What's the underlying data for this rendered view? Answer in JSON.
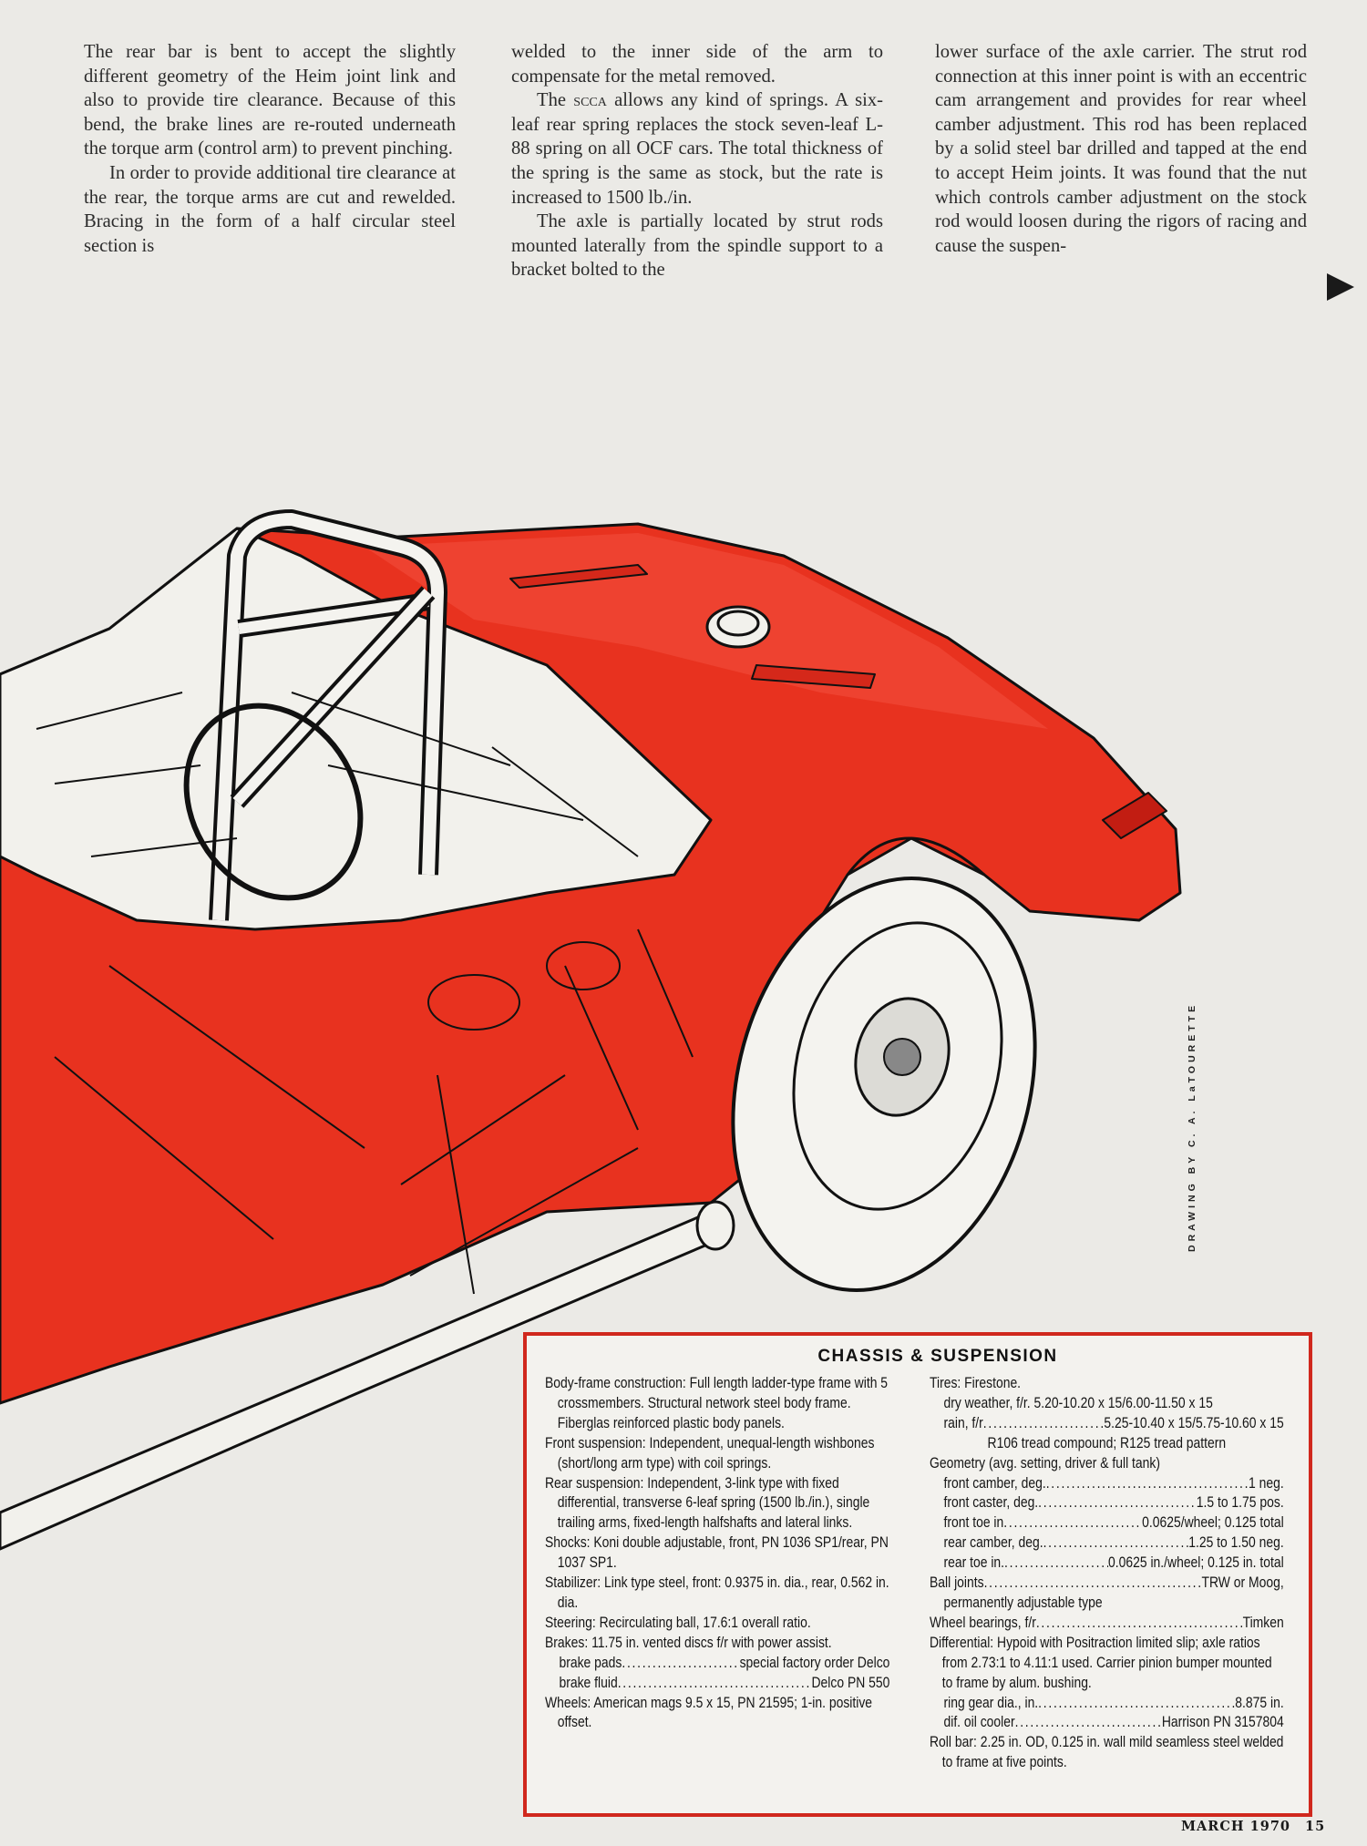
{
  "article": {
    "col1": [
      "The rear bar is bent to accept the slightly different geometry of the Heim joint link and also to provide tire clearance. Because of this bend, the brake lines are re-routed underneath the torque arm (control arm) to prevent pinching.",
      "In order to provide additional tire clearance at the rear, the torque arms are cut and rewelded. Bracing in the form of a half circular steel section is"
    ],
    "col2": [
      "welded to the inner side of the arm to compensate for the metal removed.",
      "allows any kind of springs. A six-leaf rear spring replaces the stock seven-leaf L-88 spring on all OCF cars. The total thickness of the spring is the same as stock, but the rate is increased to 1500 lb./in.",
      "The axle is partially located by strut rods mounted laterally from the spindle support to a bracket bolted to the"
    ],
    "col2_p2_prefix": "The",
    "col2_p2_sc": "scca",
    "col3": [
      "lower surface of the axle carrier. The strut rod connection at this inner point is with an eccentric cam arrangement and provides for rear wheel camber adjustment. This rod has been replaced by a solid steel bar drilled and tapped at the end to accept Heim joints. It was found that the nut which controls camber adjustment on the stock rod would loosen during the rigors of racing and cause the suspen-"
    ]
  },
  "continue_icon": "right-triangle-arrow-icon",
  "credit": "DRAWING BY C. A. LaTOURETTE",
  "colors": {
    "body_red": "#e8321f",
    "box_border": "#d0281d",
    "paper": "#ebeae6"
  },
  "spec": {
    "title": "CHASSIS & SUSPENSION",
    "left": {
      "body_frame": "Body-frame construction: Full length ladder-type frame with 5 crossmembers. Structural network steel body frame. Fiberglas reinforced plastic body panels.",
      "front_susp": "Front suspension: Independent, unequal-length wishbones (short/long arm type) with coil springs.",
      "rear_susp": "Rear suspension: Independent, 3-link type with fixed differential, transverse 6-leaf spring (1500 lb./in.), single trailing arms, fixed-length halfshafts and lateral links.",
      "shocks": "Shocks: Koni double adjustable, front, PN 1036 SP1/rear, PN 1037 SP1.",
      "stabilizer": "Stabilizer: Link type steel, front: 0.9375 in. dia., rear, 0.562 in. dia.",
      "steering": "Steering: Recirculating ball, 17.6:1 overall ratio.",
      "brakes": "Brakes: 11.75 in. vented discs f/r with power assist.",
      "brake_pads_label": "brake pads",
      "brake_pads_value": "special factory order Delco",
      "brake_fluid_label": "brake fluid",
      "brake_fluid_value": "Delco PN 550",
      "wheels": "Wheels: American mags 9.5 x 15, PN 21595; 1-in. positive offset."
    },
    "right": {
      "tires": "Tires: Firestone.",
      "dry": "dry weather, f/r. 5.20-10.20 x 15/6.00-11.50 x 15",
      "rain_label": "rain, f/r",
      "rain_value": "5.25-10.40 x 15/5.75-10.60 x 15",
      "tread": "R106 tread compound; R125 tread pattern",
      "geometry": "Geometry (avg. setting, driver & full tank)",
      "front_camber_label": "front camber, deg.",
      "front_camber_value": "1 neg.",
      "front_caster_label": "front caster, deg.",
      "front_caster_value": "1.5 to 1.75 pos.",
      "front_toe_label": "front toe in",
      "front_toe_value": "0.0625/wheel; 0.125 total",
      "rear_camber_label": "rear camber, deg.",
      "rear_camber_value": "1.25 to 1.50 neg.",
      "rear_toe_label": "rear toe in.",
      "rear_toe_value": "0.0625 in./wheel; 0.125 in. total",
      "ball_joints_label": "Ball joints",
      "ball_joints_value": "TRW or Moog,",
      "ball_joints_2": "permanently adjustable type",
      "wheel_bearings_label": "Wheel bearings, f/r",
      "wheel_bearings_value": "Timken",
      "differential": "Differential: Hypoid with Positraction limited slip; axle ratios from 2.73:1 to 4.11:1 used. Carrier pinion bumper mounted to frame by alum. bushing.",
      "ring_gear_label": "ring gear dia., in.",
      "ring_gear_value": "8.875 in.",
      "oil_cooler_label": "dif. oil cooler",
      "oil_cooler_value": "Harrison PN 3157804",
      "roll_bar": "Roll bar: 2.25 in. OD, 0.125 in. wall mild seamless steel welded to frame at five points."
    }
  },
  "footer": {
    "issue": "MARCH 1970",
    "page": "15"
  }
}
